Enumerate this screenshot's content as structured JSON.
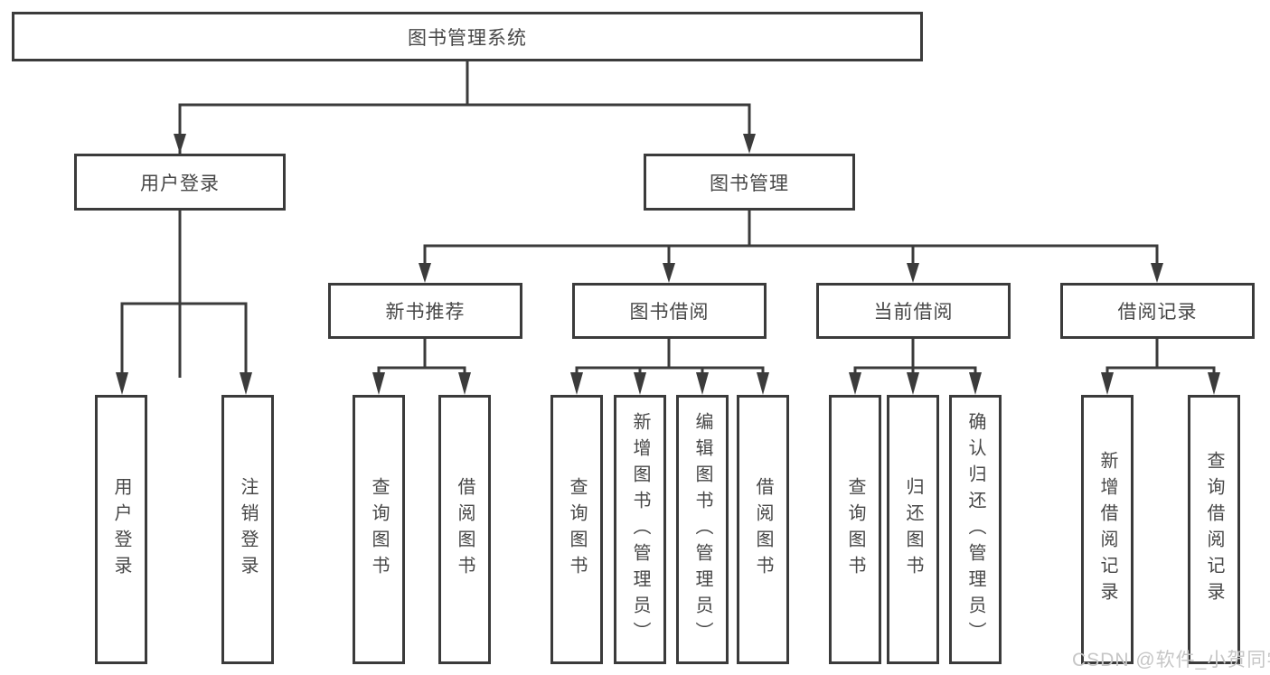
{
  "diagram": {
    "root": {
      "label": "图书管理系统"
    },
    "user_login": {
      "label": "用户登录",
      "children": [
        {
          "label": "用户登录"
        },
        {
          "label": "注销登录"
        }
      ]
    },
    "book_management": {
      "label": "图书管理",
      "sections": [
        {
          "label": "新书推荐",
          "children": [
            {
              "label": "查询图书"
            },
            {
              "label": "借阅图书"
            }
          ]
        },
        {
          "label": "图书借阅",
          "children": [
            {
              "label": "查询图书"
            },
            {
              "label": "新增图书（管理员）"
            },
            {
              "label": "编辑图书（管理员）"
            },
            {
              "label": "借阅图书"
            }
          ]
        },
        {
          "label": "当前借阅",
          "children": [
            {
              "label": "查询图书"
            },
            {
              "label": "归还图书"
            },
            {
              "label": "确认归还（管理员）"
            }
          ]
        },
        {
          "label": "借阅记录",
          "children": [
            {
              "label": "新增借阅记录"
            },
            {
              "label": "查询借阅记录"
            }
          ]
        }
      ]
    }
  },
  "watermark": {
    "text": "CSDN @软件_小贺同学"
  },
  "colors": {
    "line": "#3b3b3b",
    "text": "#474747",
    "background": "#ffffff",
    "watermark": "#c6c6c6"
  }
}
